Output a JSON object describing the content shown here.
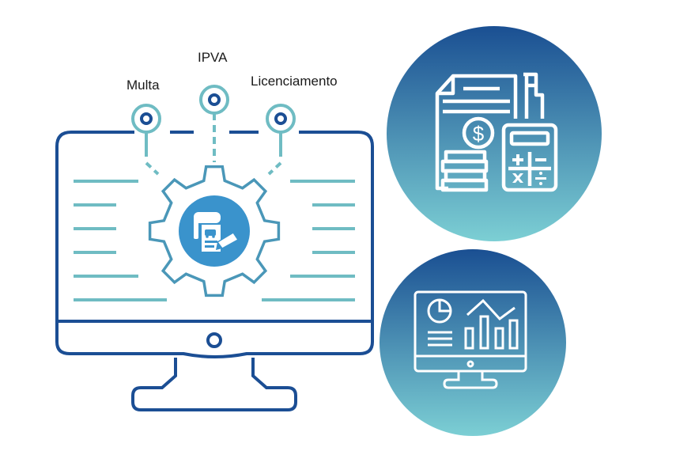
{
  "diagram": {
    "nodes": [
      {
        "label": "Multa"
      },
      {
        "label": "IPVA"
      },
      {
        "label": "Licenciamento"
      }
    ],
    "center_icon": "vehicle-document-pen-icon",
    "side_icons": [
      {
        "icon": "finance-calculator-icon"
      },
      {
        "icon": "analytics-monitor-icon"
      }
    ]
  },
  "colors": {
    "dark_blue": "#1b4e94",
    "teal": "#6fbcc3",
    "mid_blue": "#3a93cc",
    "gradient_top": "#1a4f92",
    "gradient_bottom": "#78ccd2"
  }
}
